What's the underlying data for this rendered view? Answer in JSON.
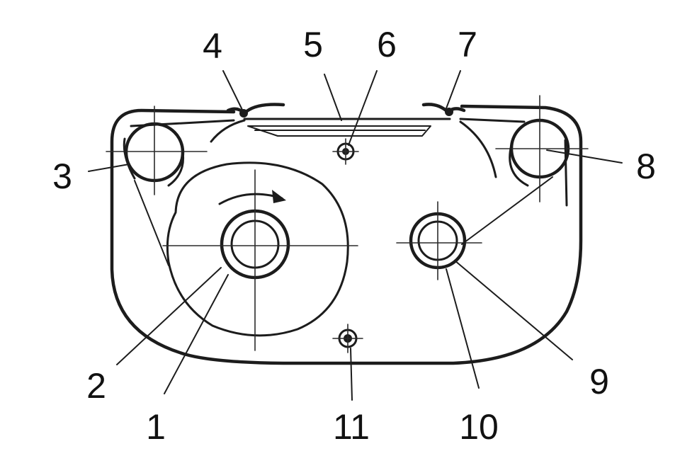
{
  "callouts": [
    {
      "id": "1",
      "text": "1"
    },
    {
      "id": "2",
      "text": "2"
    },
    {
      "id": "3",
      "text": "3"
    },
    {
      "id": "4",
      "text": "4"
    },
    {
      "id": "5",
      "text": "5"
    },
    {
      "id": "6",
      "text": "6"
    },
    {
      "id": "7",
      "text": "7"
    },
    {
      "id": "8",
      "text": "8"
    },
    {
      "id": "9",
      "text": "9"
    },
    {
      "id": "10",
      "text": "10"
    },
    {
      "id": "11",
      "text": "11"
    }
  ],
  "colors": {
    "ink": "#1c1c1c",
    "paper": "#ffffff"
  }
}
